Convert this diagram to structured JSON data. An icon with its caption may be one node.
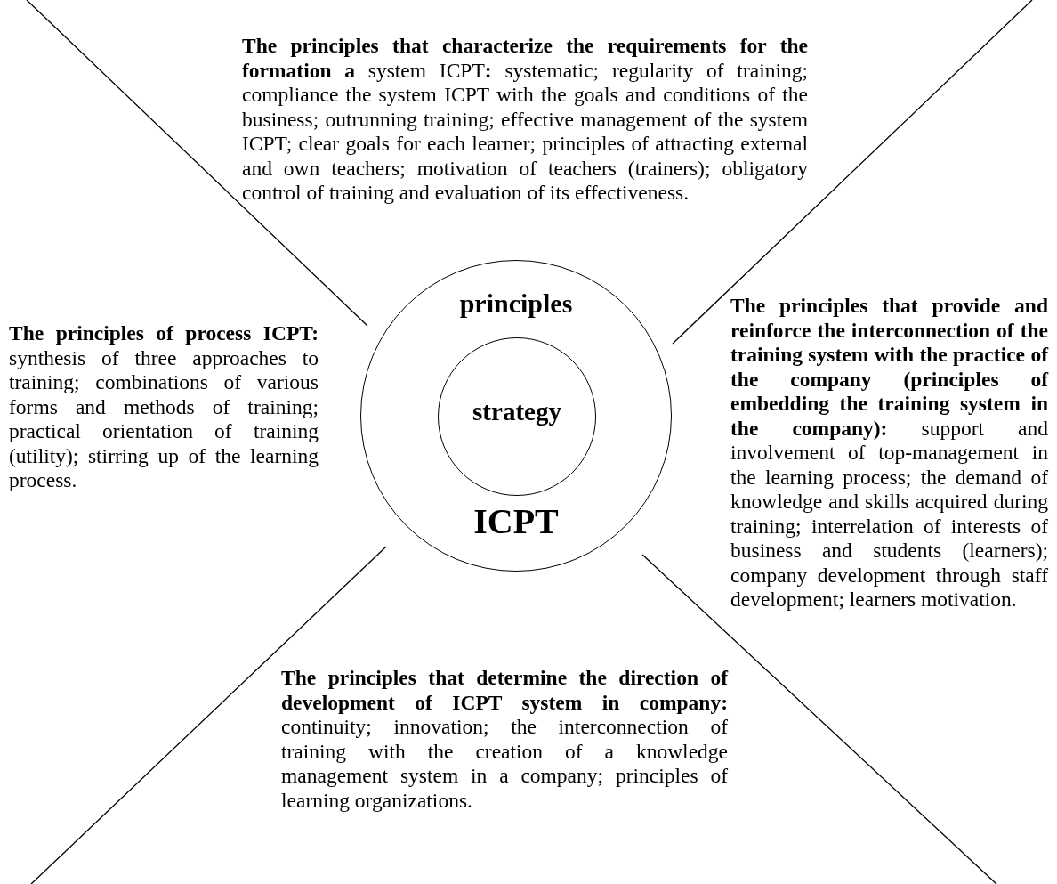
{
  "diagram": {
    "nodes": [
      {
        "text": [
          "principles",
          "ICPT"
        ]
      },
      {
        "text": [
          "strategy"
        ],
        "in": 0
      }
    ],
    "edges": [],
    "labels": [
      "**The principles that characterize the requirements for the formation a** system ICPT**:** systematic; regularity of training; compliance the system ICPT with the goals and conditions of the business; outrunning training; effective management of the system ICPT; clear goals for each learner; principles of attracting external and own teachers; motivation of teachers (trainers); obligatory control of training and evaluation of its effectiveness.",
      "**The principles of process ICPT:** synthesis of three approaches to training; combinations of various forms and methods of training; practical orientation of training (utility); stirring up of the learning process.",
      "**The principles that provide and reinforce the interconnection of the training system with the practice of the company (principles of embedding the training system in the company):** support and involvement of top-management in the learning process; the demand of knowledge and skills acquired during training; interrelation of interests of business and students (learners); company development through staff development; learners motivation.",
      "**The principles that determine the direction of development of ICPT system in company:** continuity; innovation; the interconnection of training with the creation of a knowledge management system in a company; principles of learning organizations."
    ]
  }
}
